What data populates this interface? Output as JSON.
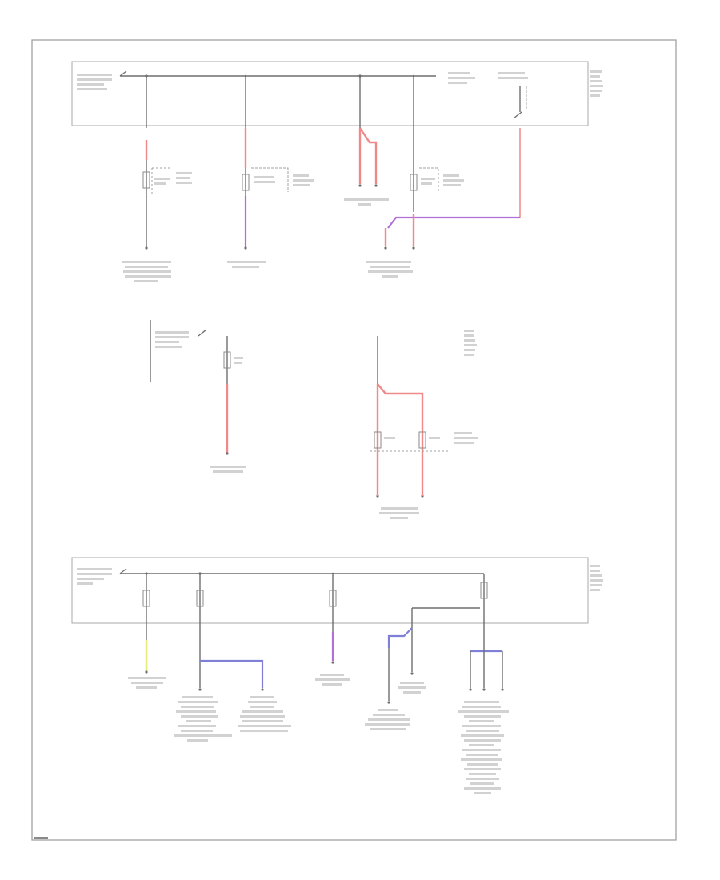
{
  "diagram": {
    "page_code": "",
    "sections": [
      {
        "id": "top-relay-panel",
        "label": "",
        "comment": ""
      },
      {
        "id": "middle-circuits",
        "label": ""
      },
      {
        "id": "bottom-fuse-panel",
        "label": ""
      }
    ]
  }
}
